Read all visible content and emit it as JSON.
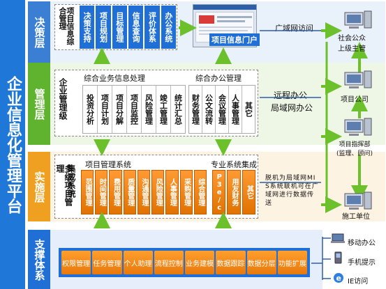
{
  "main_title": "企业信息化管理平台",
  "layers": {
    "decision": "决策层",
    "management": "管理层",
    "implementation": "实施层",
    "support": "支撑体系"
  },
  "decision": {
    "label": "项目信息综合管理",
    "tiles": [
      "决策支持",
      "项目规划",
      "目标管理",
      "信息查询",
      "评价体系",
      "办公系统"
    ],
    "portal": "项目信息门户",
    "access": "广域网访问"
  },
  "management": {
    "label": "企业管理级",
    "biz_group": "综合业务信息处理",
    "biz_tiles": [
      "投资分析",
      "项目计划",
      "项目分解",
      "项目监控",
      "风险管理",
      "竣工管理",
      "统计汇总"
    ],
    "office_group": "综合办公管理",
    "office_tiles": [
      "财务管理",
      "公文流转",
      "会议管理",
      "人事管理",
      "其它"
    ],
    "remote": [
      "远程办公",
      "局域网办公"
    ]
  },
  "implementation": {
    "label": "多级项目管理",
    "label2": "集成系统",
    "pm_group": "项目管理系统",
    "pm_tiles": [
      "范围管理",
      "时间管理",
      "费用管理",
      "质量管理",
      "沟通管理",
      "风险管理",
      "人事管理",
      "采购管理",
      "综合管理"
    ],
    "pro_group": "专业系统集成",
    "pro_tiles": [
      "P3e/c",
      "用友财务",
      "其它"
    ],
    "sync_note": "脱机为局域网MIS系统联机可在广域网进行数据传送"
  },
  "support": {
    "tiles": [
      "权限管理",
      "任务管理",
      "个人助理",
      "流程控制",
      "业务建模",
      "数据跟踪",
      "数据分层",
      "功能扩展"
    ]
  },
  "right_nodes": {
    "public": [
      "社会公众",
      "上级主管"
    ],
    "company": "项目公司",
    "command": [
      "项目指挥部",
      "(监理、顾问)"
    ],
    "construction": "施工单位"
  },
  "clients": {
    "mobile": "移动办公",
    "phone": "手机提示",
    "ie": "IE访问"
  },
  "colors": {
    "title_blue": "#1f78d8",
    "decision": "#3b7fd4",
    "management": "#5fb32e",
    "implementation": "#f0a020",
    "support": "#1f6fd6",
    "arrow": "#6cc02c"
  }
}
